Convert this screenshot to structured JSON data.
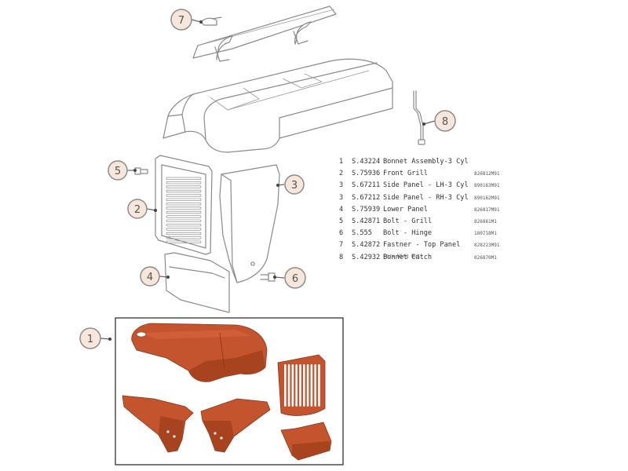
{
  "callouts": [
    "7",
    "8",
    "5",
    "2",
    "3",
    "4",
    "6",
    "1"
  ],
  "parts": [
    {
      "num": "1",
      "code": "S.43224",
      "desc": "Bonnet Assembly-3 Cyl",
      "ref": ""
    },
    {
      "num": "2",
      "code": "S.75936",
      "desc": "Front Grill",
      "ref": "826812M91"
    },
    {
      "num": "3",
      "code": "S.67211",
      "desc": "Side Panel - LH-3 Cyl",
      "ref": "890163M91"
    },
    {
      "num": "3",
      "code": "S.67212",
      "desc": "Side Panel - RH-3 Cyl",
      "ref": "890162M91"
    },
    {
      "num": "4",
      "code": "S.75939",
      "desc": "Lower Panel",
      "ref": "826817M91"
    },
    {
      "num": "5",
      "code": "S.42871",
      "desc": "Bolt - Grill",
      "ref": "826861M1"
    },
    {
      "num": "6",
      "code": "S.555",
      "desc": "Bolt - Hinge",
      "ref": "180718M1"
    },
    {
      "num": "7",
      "code": "S.42872",
      "desc": "Fastner - Top Panel",
      "ref": "828223M91"
    },
    {
      "num": "8",
      "code": "S.42932",
      "desc": "Bonnet Catch",
      "ref": "826870M1",
      "note": "(c/w Wing Nut)"
    }
  ],
  "colors": {
    "part_paint": "#c4542e",
    "callout_fill": "#f6e6dc"
  }
}
